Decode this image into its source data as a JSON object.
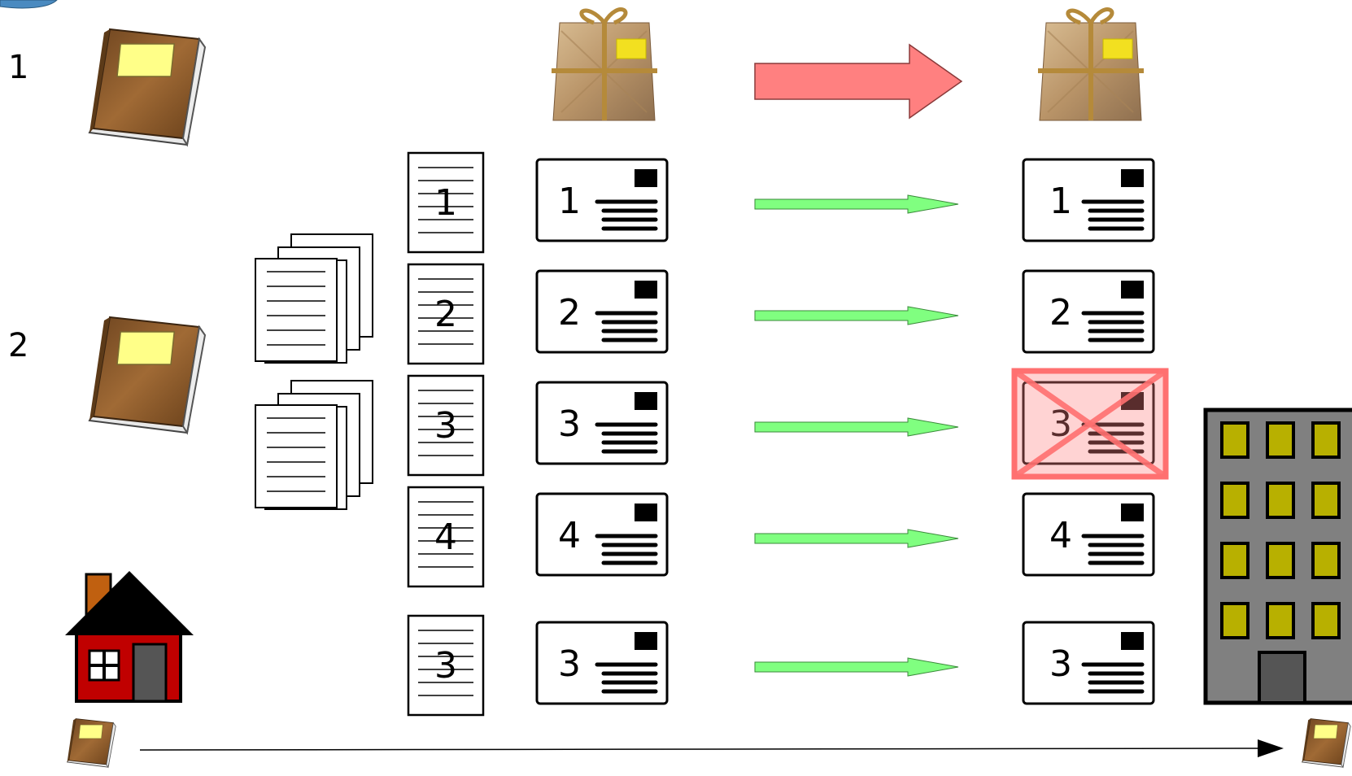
{
  "labels": {
    "book_row_1": "1",
    "book_row_2": "2"
  },
  "packets": [
    "1",
    "2",
    "3",
    "4",
    "3"
  ],
  "received": [
    "1",
    "2",
    "3",
    "4",
    "3"
  ],
  "lost_index": 2,
  "colors": {
    "big_arrow": "#ff8080",
    "packet_arrow": "#80ff80",
    "lost_cross": "#ff7070",
    "book_brown": "#9a6330",
    "book_label": "#ffff88",
    "house_wall": "#c80000",
    "house_roof": "#000000",
    "building_gray": "#808080",
    "window_olive": "#b8b000",
    "parcel_tan": "#c29f73"
  },
  "icons": [
    "book-icon",
    "pages-stack-icon",
    "page-icon",
    "envelope-icon",
    "parcel-icon",
    "house-icon",
    "building-icon",
    "arrow-icon"
  ]
}
